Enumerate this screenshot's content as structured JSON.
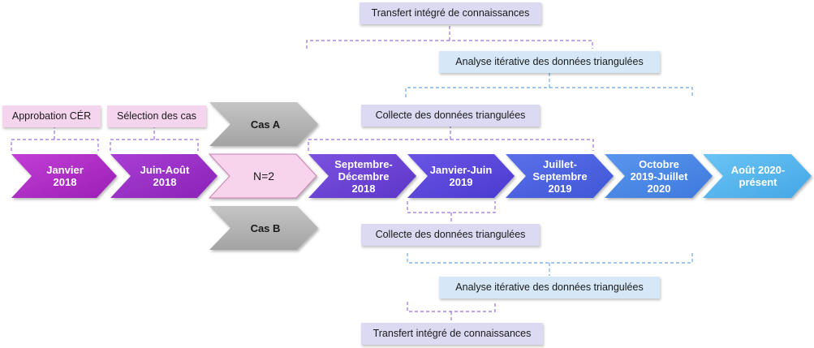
{
  "labels": {
    "transfert_top": "Transfert intégré de connaissances",
    "analyse_top": "Analyse itérative des données triangulées",
    "approbation": "Approbation CÉR",
    "selection": "Sélection des cas",
    "collecte_top": "Collecte des données triangulées",
    "collecte_bottom": "Collecte des données triangulées",
    "analyse_bottom": "Analyse itérative des données triangulées",
    "transfert_bottom": "Transfert intégré de connaissances"
  },
  "chevrons": {
    "janvier_2018": "Janvier\n2018",
    "juin_aout_2018": "Juin-Août\n2018",
    "n2": "N=2",
    "sept_dec_2018": "Septembre-\nDécembre\n2018",
    "janv_juin_2019": "Janvier-Juin\n2019",
    "juil_sept_2019": "Juillet-\nSeptembre\n2019",
    "oct_2019_juil_2020": "Octobre\n2019-Juillet\n2020",
    "aout_2020_present": "Août 2020-\nprésent"
  },
  "cases": {
    "a": "Cas A",
    "b": "Cas B"
  },
  "colors": {
    "magenta": "#b228c4",
    "pink_light": "#f5cfe8",
    "gray": "#b3b3b3",
    "violet": "#6a3fd8",
    "blue": "#4a8ee8",
    "sky": "#4fb6ef",
    "dashed_violet": "#9b6fe0",
    "dashed_blue": "#6ba8e8"
  }
}
